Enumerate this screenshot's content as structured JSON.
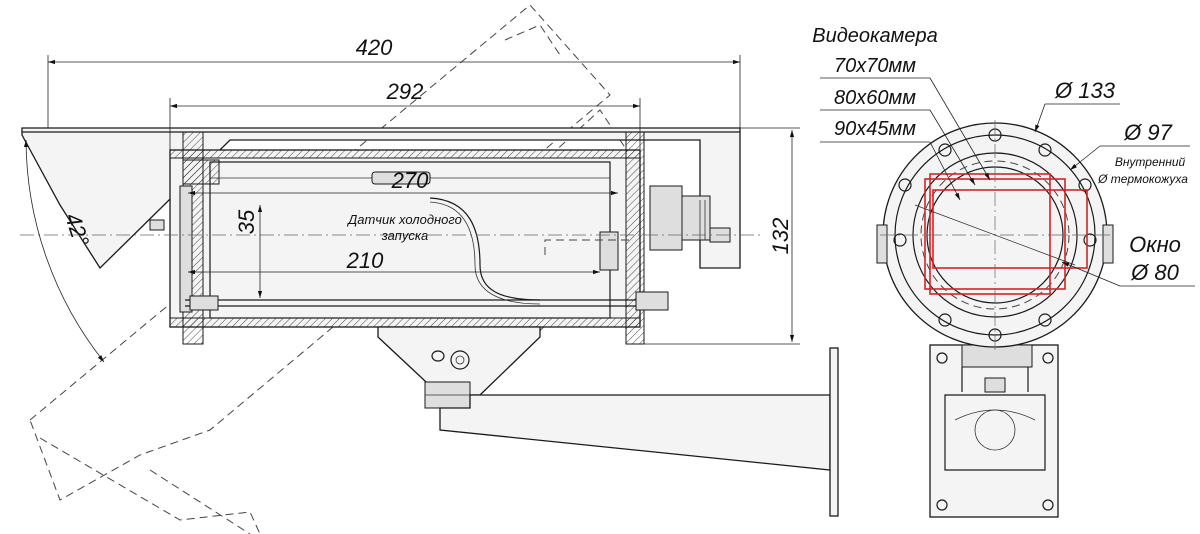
{
  "side_view": {
    "dim_overall_length": "420",
    "dim_body_length": "292",
    "dim_inner_length": "270",
    "dim_module_length": "210",
    "dim_height": "132",
    "dim_offset": "35",
    "dim_tilt_angle": "42°",
    "sensor_label_line1": "Датчик холодного",
    "sensor_label_line2": "запуска"
  },
  "front_view": {
    "camera_title": "Видеокамера",
    "camera_sizes": [
      "70x70мм",
      "80x60мм",
      "90x45мм"
    ],
    "dim_outer_diameter": "Ø 133",
    "dim_inner_diameter": "Ø 97",
    "inner_label_line1": "Внутренний",
    "inner_label_line2": "Ø термокожуха",
    "window_label": "Окно",
    "dim_window_diameter": "Ø 80"
  },
  "colors": {
    "line": "#1a1a1a",
    "camera_outline": "#d0262b"
  }
}
